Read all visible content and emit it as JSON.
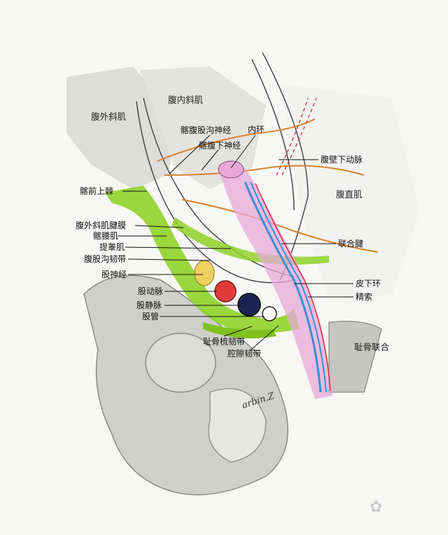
{
  "regions": {
    "internal_oblique": "腹内斜肌",
    "external_oblique": "腹外斜肌",
    "rectus": "腹直肌",
    "pubic_symphysis": "耻骨联合"
  },
  "labels": {
    "ilioinguinal_nerve": "髂腹股沟神经",
    "deep_ring": "内环",
    "iliohypogastric_nerve": "髂腹下神经",
    "inferior_epigastric_artery": "腹壁下动脉",
    "asis": "髂前上棘",
    "ext_oblique_aponeurosis": "腹外斜肌腱膜",
    "iliopsoas": "髂腰肌",
    "cremaster": "提睾肌",
    "conjoint_tendon": "联合腱",
    "inguinal_ligament": "腹股沟韧带",
    "femoral_nerve": "股神经",
    "superficial_ring": "皮下环",
    "femoral_artery": "股动脉",
    "spermatic_cord": "精索",
    "femoral_vein": "股静脉",
    "femoral_canal": "股管",
    "pectineal_ligament": "耻骨梳韧带",
    "lacunar_ligament": "腔隙韧带"
  },
  "signature": "arbin.Z",
  "colors": {
    "ligament_green": "#8fd12a",
    "artery_red": "#e23a3a",
    "vein_navy": "#1c2350",
    "cord_pink": "#e8a8d8",
    "cord_blue": "#3b8fd6",
    "nerve_orange": "#d9822b",
    "bone_gray": "#b9b9b6"
  },
  "watermark_icon": "flower-logo-icon"
}
